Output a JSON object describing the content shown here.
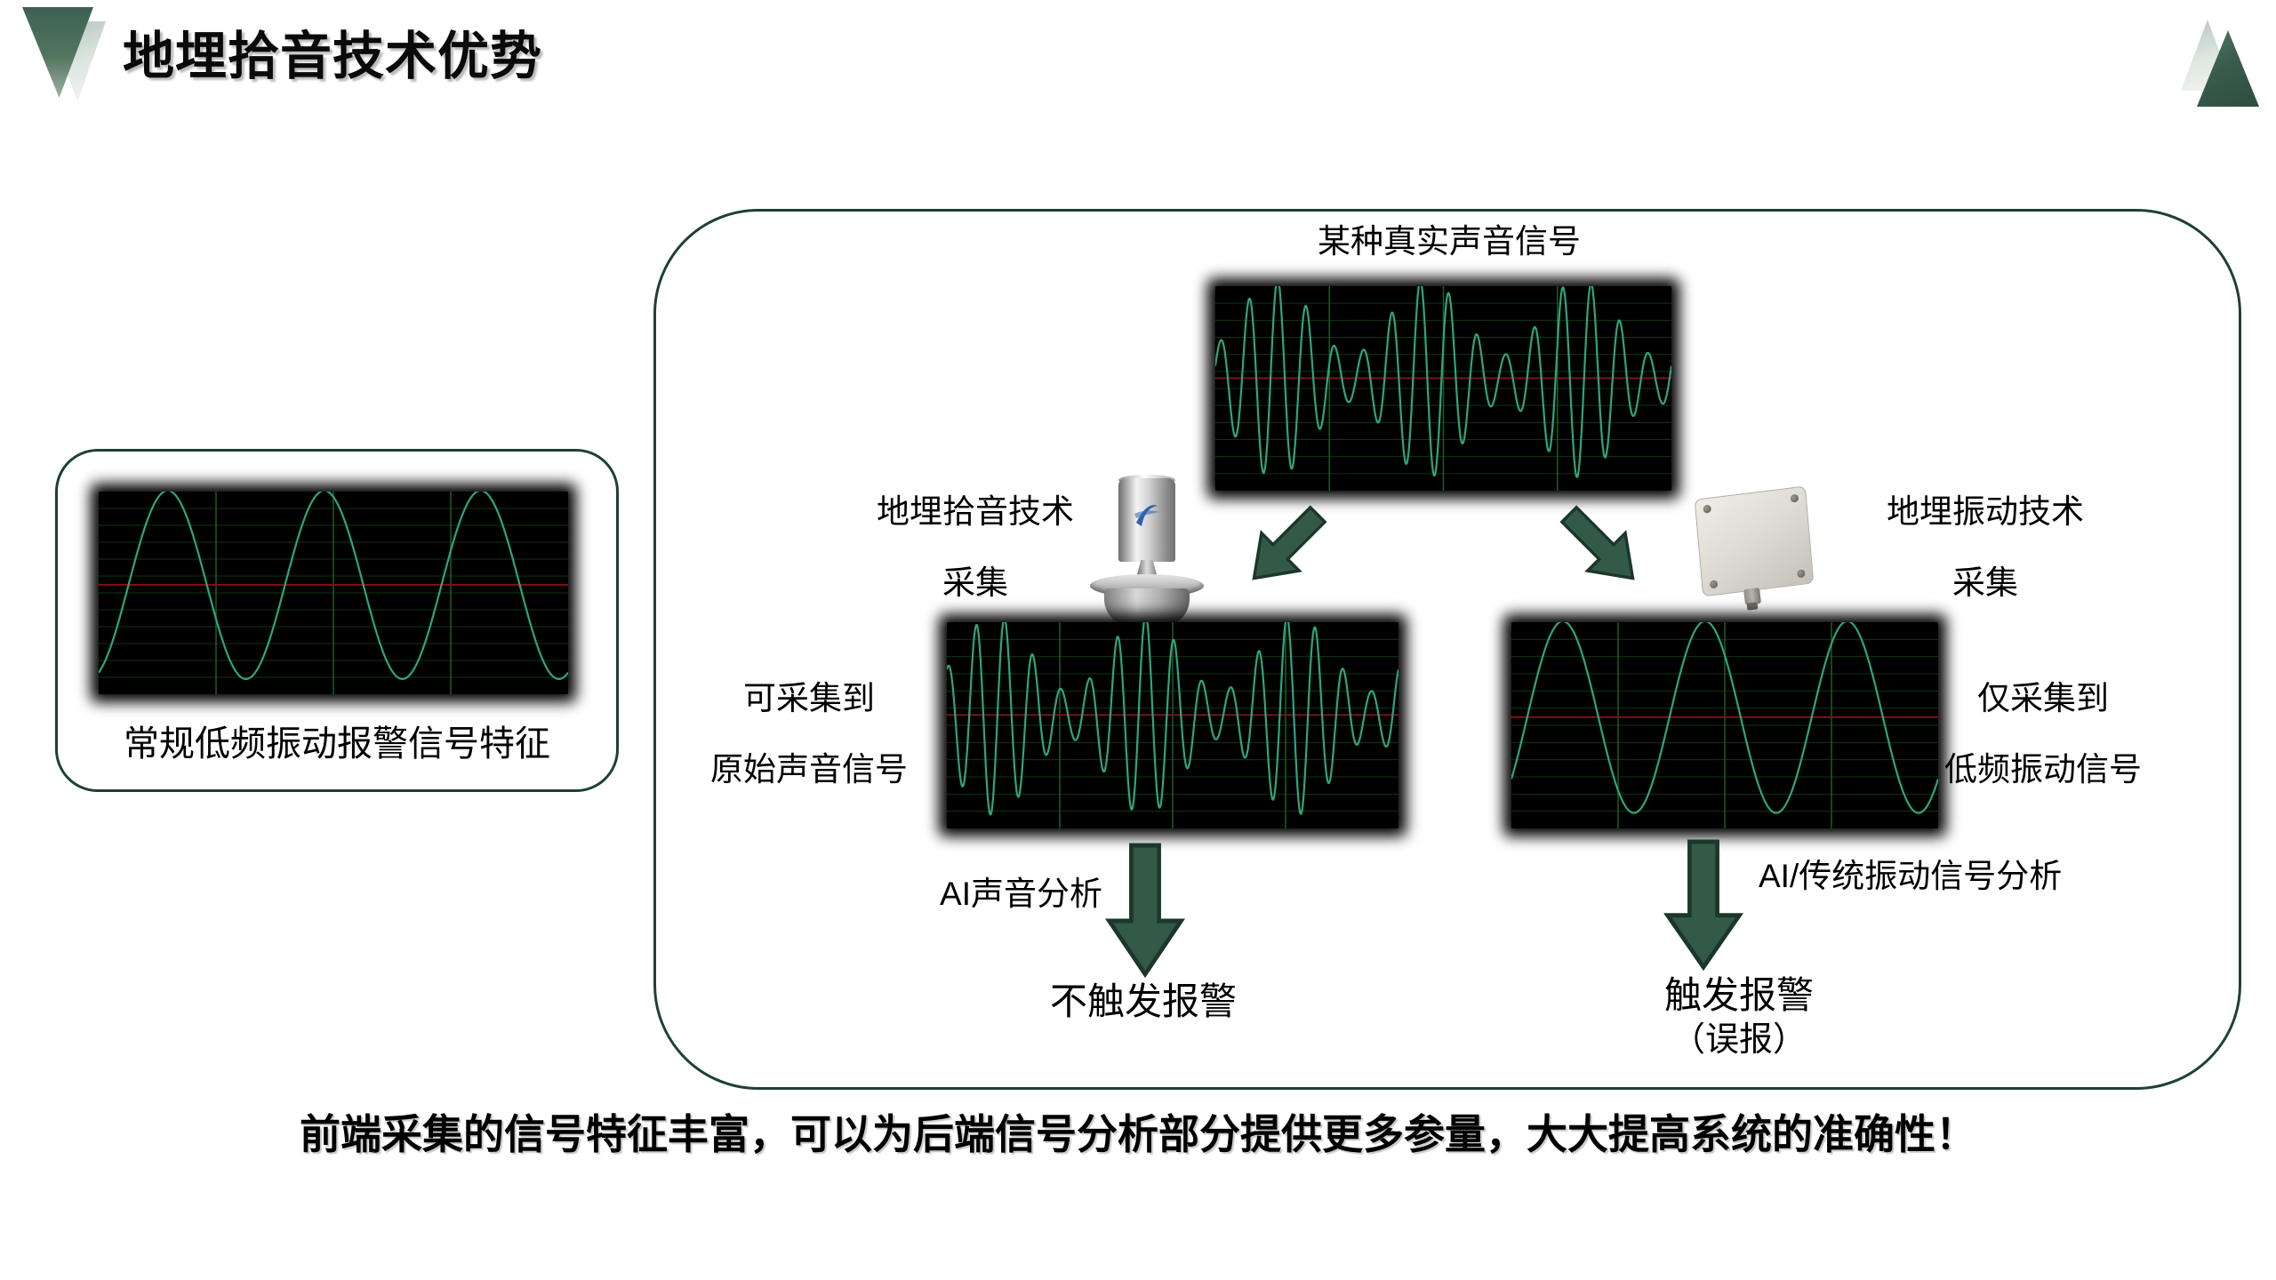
{
  "slide": {
    "title": "地埋拾音技术优势",
    "summary": "前端采集的信号特征丰富，可以为后端信号分析部分提供更多参量，大大提高系统的准确性！"
  },
  "left_panel": {
    "caption": "常规低频振动报警信号特征"
  },
  "diagram": {
    "source_label": "某种真实声音信号",
    "left_branch": {
      "tech_line1": "地埋拾音技术",
      "tech_line2": "采集",
      "result_line1": "可采集到",
      "result_line2": "原始声音信号",
      "analysis_label": "AI声音分析",
      "outcome": "不触发报警"
    },
    "right_branch": {
      "tech_line1": "地埋振动技术",
      "tech_line2": "采集",
      "result_line1": "仅采集到",
      "result_line2": "低频振动信号",
      "analysis_label": "AI/传统振动信号分析",
      "outcome_line1": "触发报警",
      "outcome_line2": "（误报）"
    }
  },
  "colors": {
    "accent_green": "#2f5848",
    "panel_border": "#1e4034",
    "arrow_fill": "#335947",
    "arrow_stroke": "#1b372b",
    "wave_color": "#2fa57d",
    "wave_grid_h": "#123510",
    "wave_grid_v": "#1e5c24",
    "wave_centerline": "#801212",
    "wave_bg": "#000000",
    "title_color": "#0a0a0a"
  },
  "waveforms": {
    "reference": {
      "type": "sine",
      "cycles": 3,
      "phase": -1.2,
      "amplitude": 0.93,
      "baseline": 0.46
    },
    "source": {
      "type": "am",
      "carrier_cycles": 16,
      "carrier_phase": 0.4,
      "envelope_cycles": 3,
      "envelope_phase": -0.9,
      "bias": 0.62,
      "depth": 0.38,
      "amplitude": 0.97,
      "baseline": 0.45
    },
    "pickup": {
      "type": "am",
      "carrier_cycles": 16,
      "carrier_phase": 1.3,
      "envelope_cycles": 3,
      "envelope_phase": -0.4,
      "bias": 0.62,
      "depth": 0.38,
      "amplitude": 0.97,
      "baseline": 0.45
    },
    "vibration": {
      "type": "sine",
      "cycles": 3,
      "phase": -0.7,
      "amplitude": 0.93,
      "baseline": 0.46
    }
  }
}
